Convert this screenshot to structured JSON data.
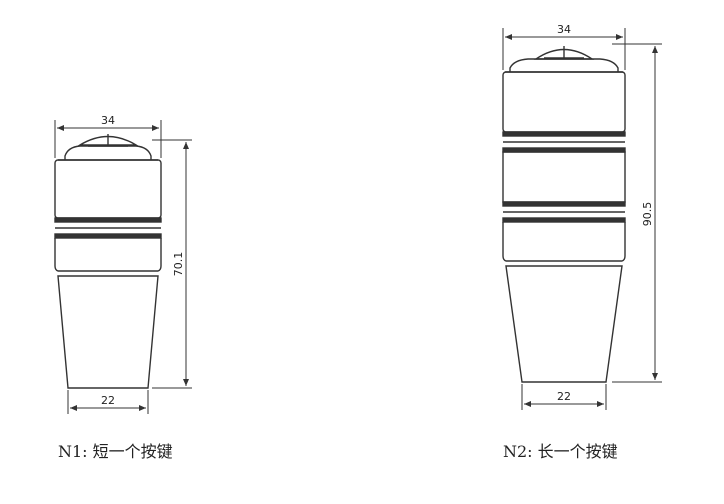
{
  "diagram": {
    "handles": [
      {
        "caption": "N1: 短一个按键",
        "top_width_label": "34",
        "height_label": "70.1",
        "bottom_width_label": "22"
      },
      {
        "caption": "N2: 长一个按键",
        "top_width_label": "34",
        "height_label": "90.5",
        "bottom_width_label": "22"
      }
    ],
    "line_color": "#333333"
  }
}
